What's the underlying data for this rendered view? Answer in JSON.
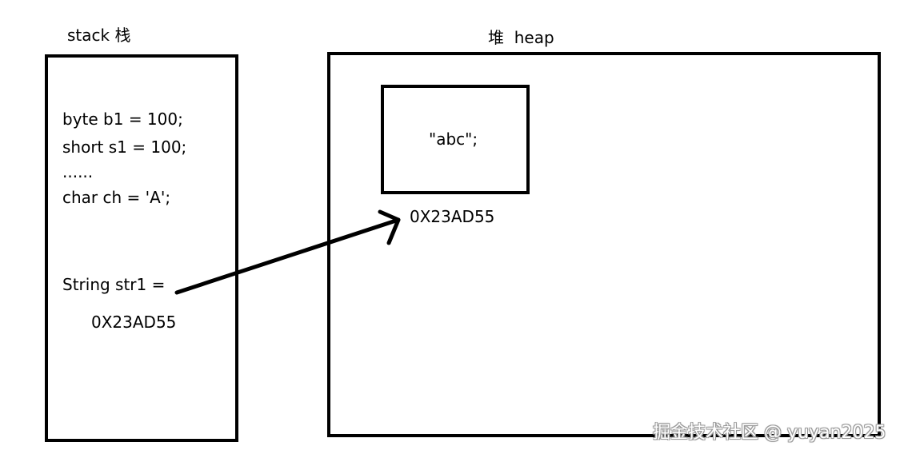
{
  "stack": {
    "title": "stack 栈",
    "lines": [
      "byte b1 = 100;",
      "short s1 = 100;",
      "......",
      "char ch = 'A';"
    ],
    "reference_declaration": "String str1 =",
    "reference_value": "0X23AD55"
  },
  "heap": {
    "title": "堆  heap",
    "object_literal": "\"abc\";",
    "object_address": "0X23AD55"
  },
  "watermark": "掘金技术社区 @ yuyan2025",
  "colors": {
    "stroke": "#000000",
    "background": "#ffffff",
    "watermark_outline": "#9a9a9a"
  }
}
